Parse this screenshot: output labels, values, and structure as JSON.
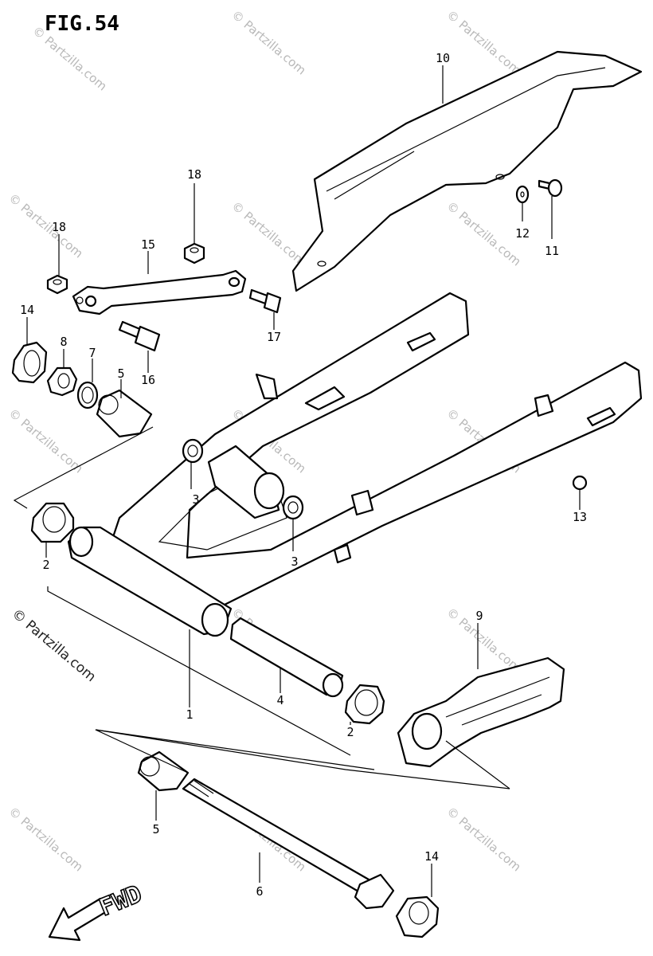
{
  "figure": {
    "title": "FIG.54",
    "direction_label": "FWD"
  },
  "watermark": {
    "text": "© Partzilla.com"
  },
  "callouts": [
    {
      "id": "c1",
      "label": "1"
    },
    {
      "id": "c2a",
      "label": "2"
    },
    {
      "id": "c2b",
      "label": "2"
    },
    {
      "id": "c3a",
      "label": "3"
    },
    {
      "id": "c3b",
      "label": "3"
    },
    {
      "id": "c4",
      "label": "4"
    },
    {
      "id": "c5a",
      "label": "5"
    },
    {
      "id": "c5b",
      "label": "5"
    },
    {
      "id": "c6",
      "label": "6"
    },
    {
      "id": "c7",
      "label": "7"
    },
    {
      "id": "c8",
      "label": "8"
    },
    {
      "id": "c9",
      "label": "9"
    },
    {
      "id": "c10",
      "label": "10"
    },
    {
      "id": "c11",
      "label": "11"
    },
    {
      "id": "c12",
      "label": "12"
    },
    {
      "id": "c13",
      "label": "13"
    },
    {
      "id": "c14a",
      "label": "14"
    },
    {
      "id": "c14b",
      "label": "14"
    },
    {
      "id": "c15",
      "label": "15"
    },
    {
      "id": "c16",
      "label": "16"
    },
    {
      "id": "c17",
      "label": "17"
    },
    {
      "id": "c18a",
      "label": "18"
    },
    {
      "id": "c18b",
      "label": "18"
    }
  ]
}
